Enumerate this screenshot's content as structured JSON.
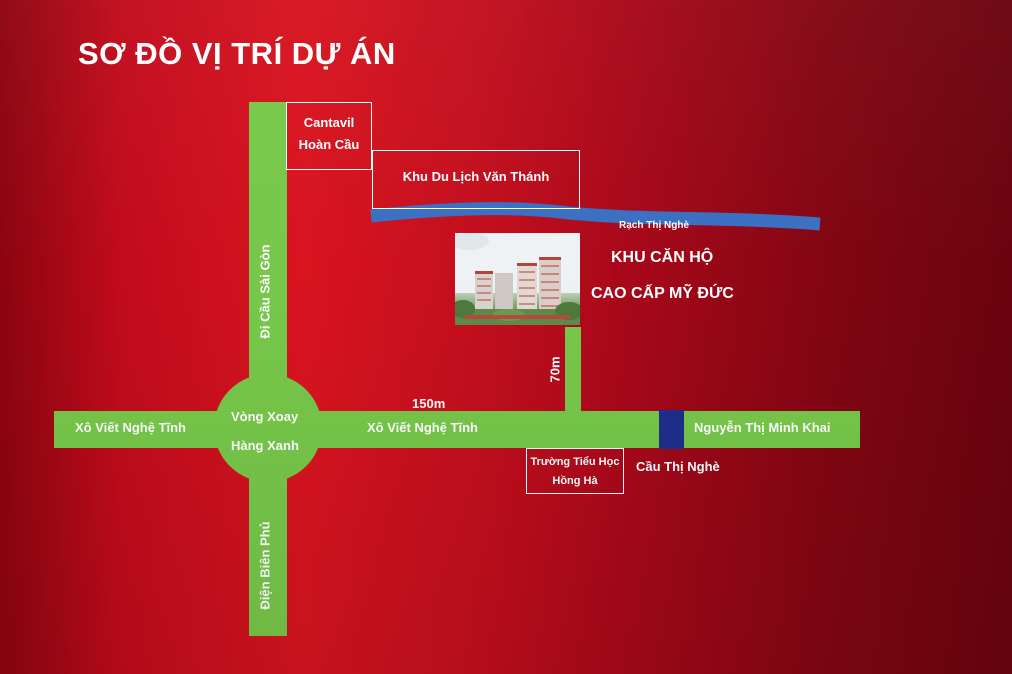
{
  "title": "SƠ ĐỒ VỊ TRÍ DỰ ÁN",
  "roads": {
    "west_road": "Xô Viết Nghệ Tĩnh",
    "east_road": "Xô Viết Nghệ Tĩnh",
    "far_east_road": "Nguyễn Thị Minh Khai",
    "north_road": "Đi Cầu Sài Gòn",
    "south_road": "Điện Biên Phủ"
  },
  "roundabout": {
    "line1": "Vòng Xoay",
    "line2": "Hàng Xanh"
  },
  "landmarks": {
    "cantavil": {
      "line1": "Cantavil",
      "line2": "Hoàn Cầu"
    },
    "van_thanh": "Khu Du Lịch Văn Thánh",
    "school": {
      "line1": "Trường Tiểu Học",
      "line2": "Hồng Hà"
    },
    "bridge": "Cầu Thị Nghè"
  },
  "river": "Rạch Thị Nghè",
  "project": {
    "line1": "KHU CĂN HỘ",
    "line2": "CAO CẤP MỸ ĐỨC"
  },
  "distances": {
    "along_main_road": "150m",
    "to_project": "70m"
  },
  "colors": {
    "background": "#c20e1d",
    "road": "#77c84a",
    "river": "#3a6fc2",
    "bridge": "#1f2f8c",
    "text": "#ffffff"
  },
  "icons": [
    "building-photo"
  ]
}
